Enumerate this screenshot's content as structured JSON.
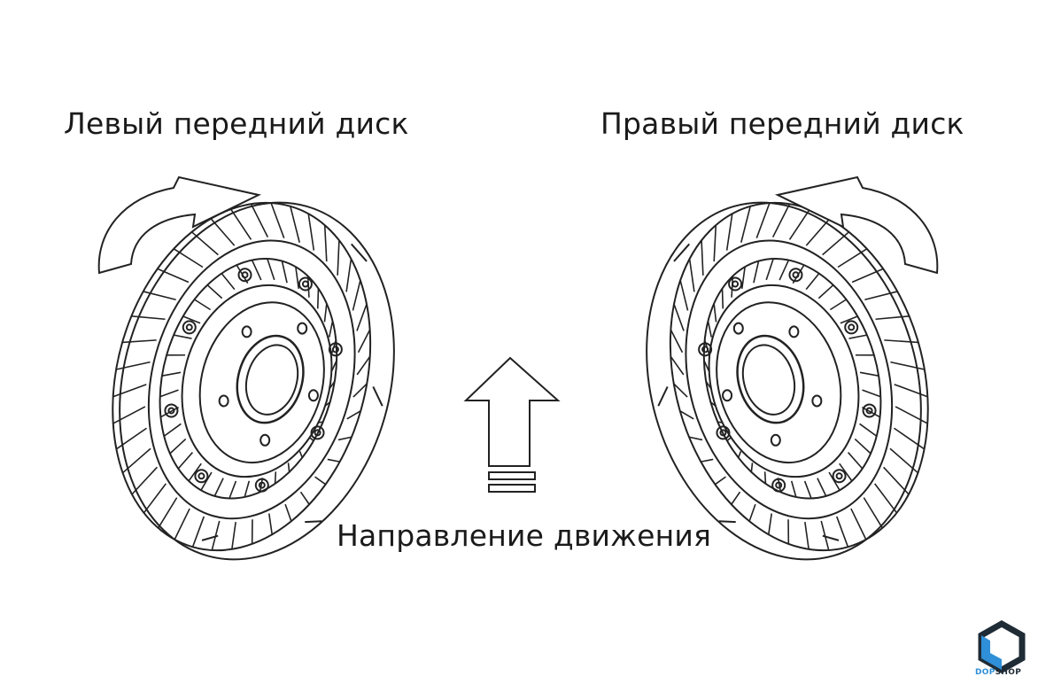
{
  "labels": {
    "left_disc": "Левый передний диск",
    "right_disc": "Правый передний диск",
    "direction": "Направление движения"
  },
  "logo": {
    "text_blue": "DOP",
    "text_dark": "SHOP",
    "colors": {
      "blue": "#2f8fd8",
      "dark": "#1f2b35"
    }
  },
  "colors": {
    "line": "#222222",
    "background": "#ffffff"
  },
  "icons": [
    "rotation-arrow-icon",
    "forward-arrow-icon",
    "brake-disc-icon",
    "dopshop-logo-icon"
  ]
}
